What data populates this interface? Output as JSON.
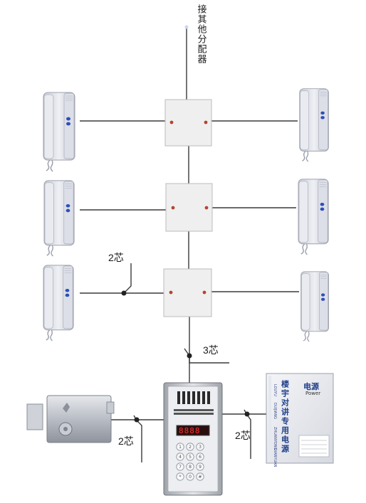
{
  "top_label": "接其他分配器",
  "wire_labels": {
    "two_core_left": "2芯",
    "three_core": "3芯",
    "two_core_lock": "2芯",
    "two_core_power": "2芯"
  },
  "power_supply": {
    "title": "电源",
    "title_en": "Power",
    "vertical_text": "楼宇对讲专用电源",
    "pinyin_lines": [
      "LOUYU",
      "DUIJIANG",
      "ZHUANYONG",
      "DIANYUAN"
    ]
  },
  "door_panel": {
    "display": "8888",
    "keys": [
      "1",
      "2",
      "3",
      "4",
      "5",
      "6",
      "7",
      "8",
      "9",
      "*",
      "0",
      "#"
    ]
  },
  "colors": {
    "wire": "#3a3a3a",
    "handset_body": "#d8dbe4",
    "button_blue": "#2d4fb8",
    "splitter_box": "#efefef",
    "psu_blue": "#1f3f8a"
  }
}
